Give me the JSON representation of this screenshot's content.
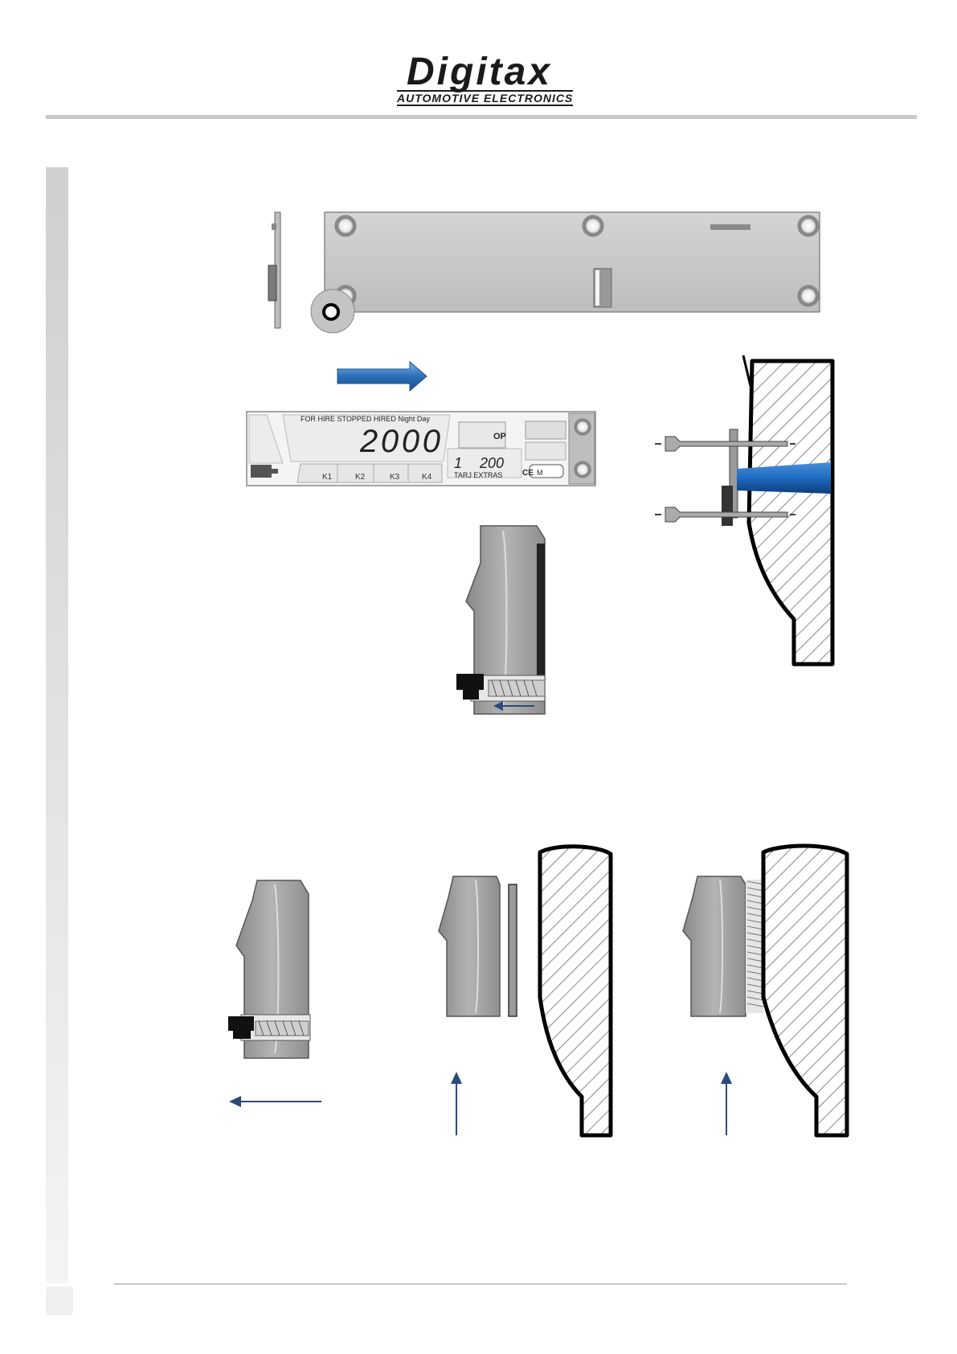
{
  "header": {
    "logo_word": "Digitax",
    "logo_tagline": "AUTOMOTIVE ELECTRONICS"
  },
  "meter": {
    "status_line": "FOR HIRE  STOPPED  HIRED  Night  Day",
    "main_display": "2000",
    "op_label": "OP",
    "tariff_display": "1",
    "extras_display": "200",
    "bottom_labels": "TARJ  EXTRAS",
    "keys": [
      "K1",
      "K2",
      "K3",
      "K4"
    ],
    "ce_mark": "CE",
    "m_mark": "M"
  },
  "colors": {
    "arrow_blue": "#2d6fb8",
    "line_blue": "#2a4a7a",
    "plate_gray": "#c8c8c8",
    "body_gray": "#9a9a9a"
  }
}
